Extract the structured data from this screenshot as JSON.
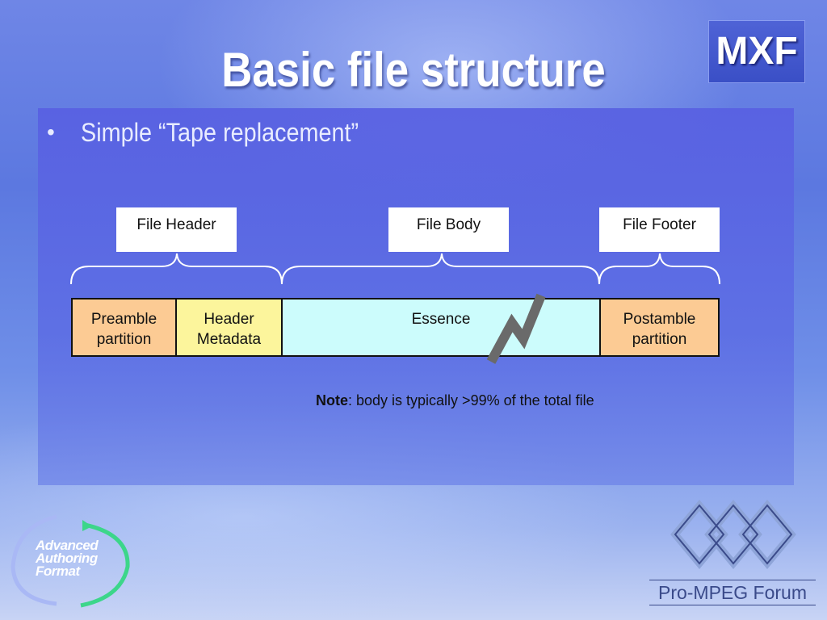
{
  "slide": {
    "title": "Basic file structure",
    "badge": "MXF",
    "bullet": "Simple “Tape replacement”"
  },
  "diagram": {
    "labels": [
      {
        "id": "header",
        "text": "File Header"
      },
      {
        "id": "body",
        "text": "File Body"
      },
      {
        "id": "footer",
        "text": "File Footer"
      }
    ],
    "segments": [
      {
        "id": "preamble",
        "text": "Preamble\npartition",
        "color": "#fccb94"
      },
      {
        "id": "header-metadata",
        "text": "Header\nMetadata",
        "color": "#fcf59c"
      },
      {
        "id": "essence",
        "text": "Essence",
        "color": "#ccfcfc"
      },
      {
        "id": "postamble",
        "text": "Postamble\npartition",
        "color": "#fccb94"
      }
    ],
    "note_label": "Note",
    "note_text": ": body is typically >99% of the total file"
  },
  "logos": {
    "aaf": [
      "Advanced",
      "Authoring",
      "Format"
    ],
    "forum": "Pro-MPEG Forum"
  }
}
